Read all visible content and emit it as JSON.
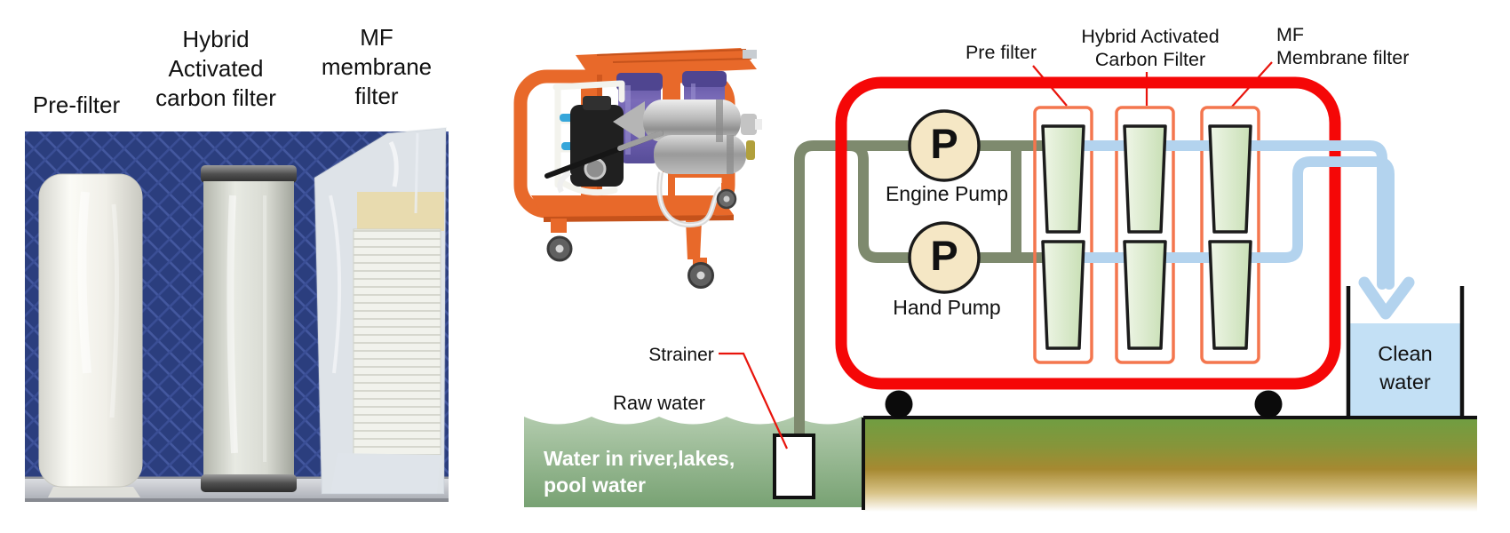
{
  "photo": {
    "labels": {
      "pre_filter": "Pre-filter",
      "hybrid_activated": "Hybrid\nActivated\ncarbon filter",
      "mf_membrane": "MF\nmembrane\nfilter"
    }
  },
  "diagram": {
    "labels": {
      "pre_filter": "Pre filter",
      "hybrid_activated": "Hybrid Activated\nCarbon Filter",
      "mf_membrane": "MF\nMembrane filter",
      "engine_pump": "Engine Pump",
      "hand_pump": "Hand Pump",
      "pump_symbol": "P",
      "strainer": "Strainer",
      "raw_water": "Raw water",
      "water_source": "Water in river,lakes,\npool water",
      "clean_water": "Clean\nwater"
    },
    "colors": {
      "boundary_red": "#F50707",
      "raw_pipe_olive": "#7E8A6E",
      "clean_pipe_blue": "#B3D3EE",
      "filter_housing_orange": "#F4764E",
      "filter_green": "#C9E0B6",
      "pump_fill_tan": "#F5E7C5",
      "tank_water_blue": "#C3E0F5",
      "ground_green": "#6F9E42",
      "river_green": "#7CA677",
      "leader_red": "#E8140C",
      "machine_orange": "#E8692A",
      "photo_background_navy": "#2B3E7E"
    }
  }
}
